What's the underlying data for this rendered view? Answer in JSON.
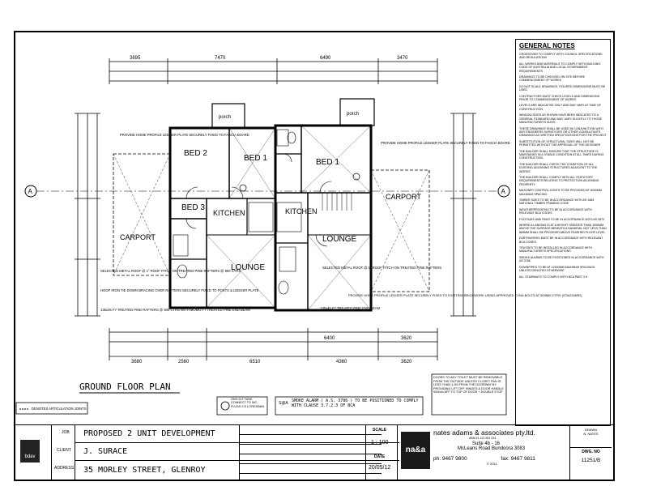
{
  "plan": {
    "title": "GROUND FLOOR PLAN",
    "rooms": {
      "bed2": "BED 2",
      "bed1_left": "BED 1",
      "bed3": "BED 3",
      "kitchen_left": "KITCHEN",
      "lounge_left": "LOUNGE",
      "carport_left": "CARPORT",
      "bed1_right": "BED 1",
      "kitchen_right": "KITCHEN",
      "lounge_right": "LOUNGE",
      "carport_right": "CARPORT",
      "porch_left": "porch",
      "porch_right": "porch"
    },
    "top_dims": [
      "3695",
      "7470",
      "6490",
      "3470"
    ],
    "bottom_dims": [
      "3680",
      "2560",
      "6510",
      "4360",
      "3620"
    ],
    "bottom_dims_2": [
      "6400",
      "3620"
    ],
    "grid_marker": "A",
    "annotations": {
      "a1": "PROVIDE HOME PROFILE LEDGER PLATE SECURELY FIXED TO FASCIA BOARD",
      "a2": "PROVIDE HOME PROFILE LEDGER PLATE SECURELY FIXED TO FASCIA BOARD",
      "a3": "SELECTED METAL ROOF @ 1° ROOF PITCH ON TREATED PINE RAFTERS @ 900 CTRS",
      "a4": "HOOP IRON TIE DOWN BRACING OVER RAFTERS SECURELY FIXED TO POSTS & LEDGER PLATE",
      "a5": "135x45 F7 TREATED PINE RAFTERS @ 900 CTRS WITH MOMO F7 TREATED PINE END BEAM",
      "a6": "SELECTED METAL ROOF @ 1° ROOF PITCH ON TREATED PINE RAFTERS",
      "a7": "135x45 F7 TREATED PINE END BEAM",
      "a8": "PROVIDE HOME PROFILE LEDGER PLATE SECURELY FIXED TO EXISTING BRICKWORK USING APPROVED DYNA BOLTS AT 600MM CTRS (STAGGARD)"
    },
    "legend_articulation": "DENOTES ARTICULATION JOINTS",
    "legend_tank": "2500 2LT TANK CONNECT TO WC FLUSH 2.5 LITRES/MIN",
    "legend_smoke": "SMOKE ALARM ( A.S. 3786 ) TO BE POSITIONED TO COMPLY WITH CLAUSE 3.7.2.3 OF BCA",
    "legend_door": "DOORS TO ANY TOILET MUST BE REMOVABLE FROM THE OUTSIDE UNLESS CLOSET PAN IS LESS THAN 1.2M FROM THE DOORWAY BY PROVIDING LIFT OFF HINGES & DOOR HANDLE 900mm AFF TO TOP OF DOOR + DOUBLE STOP",
    "smoke_label": "S@A"
  },
  "general_notes": {
    "title": "GENERAL NOTES",
    "items": [
      "Crossover to comply with council specifications and regulations",
      "All works and materials to comply with building code of Australia and local government requirements",
      "Drawings to be checked on site before commencement of works",
      "Do not scale drawings. Figured dimensions must be used",
      "Contractors must check levels and dimensions prior to commencement of works",
      "Levels are indicative only and may vary at time of construction",
      "Window sizes as shown have been indicated to a general standard and may vary slightly to those manufacturer's sizes",
      "These drawings shall be used in conjunction with any engineers surveyors or other consultants drawings as written specifications for the project",
      "Substitution of structural sizes will not be permitted without the approval of the designer",
      "The builder shall ensure that the structure is maintained in a stable condition at all times during construction",
      "The builder shall check the condition of all existing adjoining structures adjacent to the works",
      "The builder shall comply with all statutory requirements relating to protection adjoining property",
      "Masonry control joints to be provided at 6000mm maximum spacing",
      "Timber sizes to be in accordance with AS 1684 national timber framing code",
      "Weatherproofing to be in accordance with relevant BCA codes",
      "Footings and pads to be in accordance with AS 2870",
      "Where a landing is at a height greater than 1000mm above the surface beneath a handrail not less than 865mm shall be provided above finished floor level",
      "Earthworks must be in accordance with relevant BCA codes",
      "Trusses to be installed in accordance with manufacturer's specifications",
      "Smoke alarms to be positioned in accordance with AS 3786",
      "Downpipes to be at 12000mm maximum spacings unless denoted otherwise",
      "All stairways to comply with BCA part 3.9"
    ]
  },
  "title_block": {
    "job_label": "JOB",
    "job": "PROPOSED 2 UNIT DEVELOPMENT",
    "client_label": "CLIENT",
    "client": "J. SURACE",
    "address_label": "ADDRESS",
    "address": "35 MORLEY STREET,   GLENROY",
    "scale_label": "SCALE",
    "scale": "1 : 100",
    "date_label": "DATE",
    "date": "20/05/12",
    "firm": "nates adams & associates pty.ltd.",
    "abn": "ABN 61 122 951 024",
    "suite": "Suite 4b - 16",
    "road": "McLeans Road Bundoora 3083",
    "phone": "ph: 9467 9800",
    "fax": "fax: 9467 9811",
    "copyright": "© 2011",
    "logo": "na&a",
    "bdav": "bdav",
    "drawn_label": "DRAWN",
    "drawn": "N. NATES",
    "dwg_label": "DWG. NO",
    "dwg": "11251/B"
  }
}
